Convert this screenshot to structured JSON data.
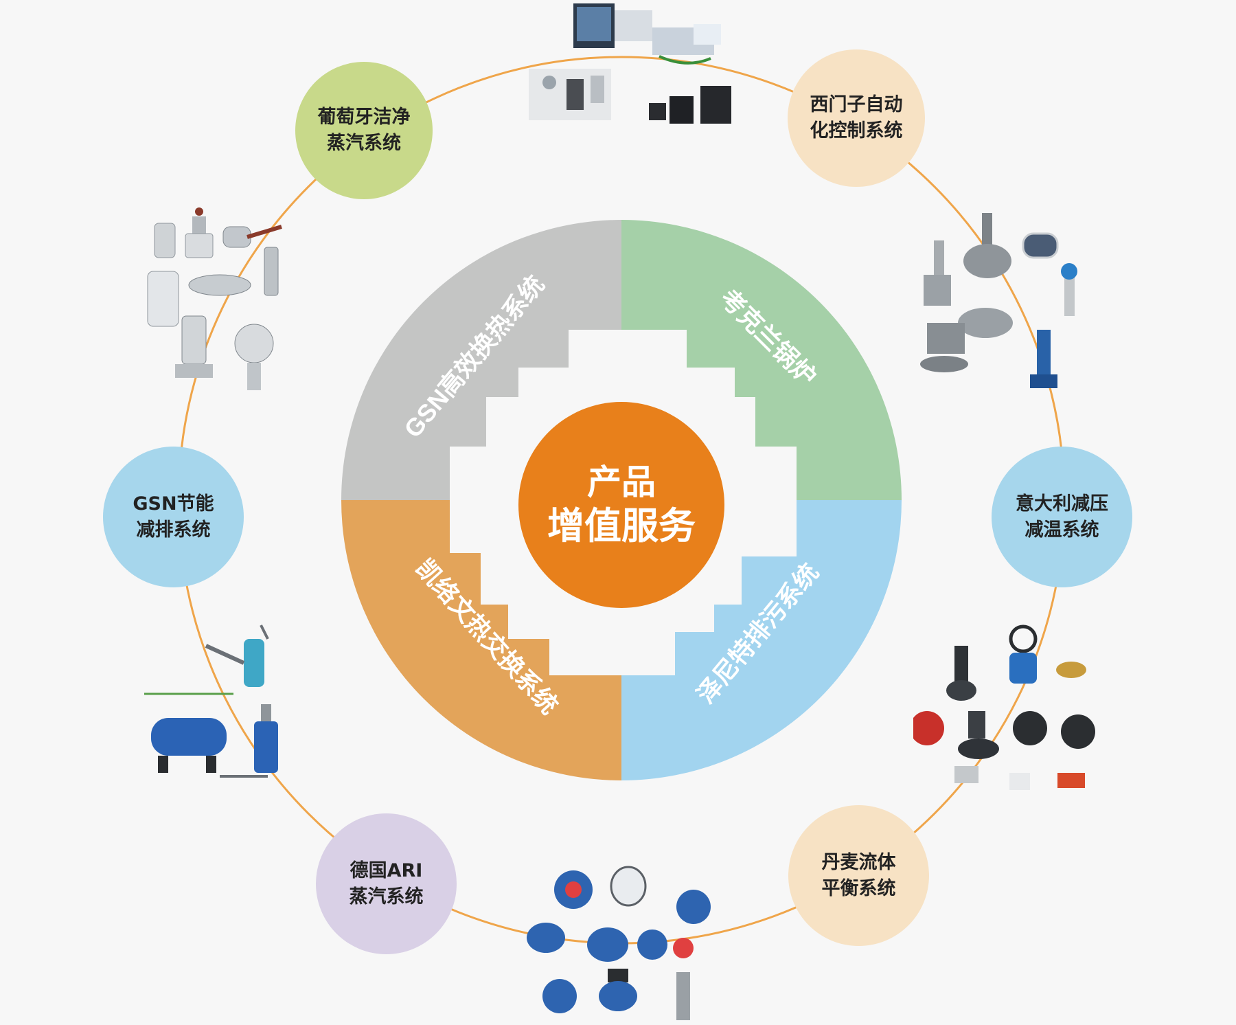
{
  "center": {
    "line1": "产品",
    "line2": "增值服务"
  },
  "segments": [
    {
      "label": "GSN高效换热系统",
      "color": "#c4c5c4"
    },
    {
      "label": "考克兰锅炉",
      "color": "#a5d0a8"
    },
    {
      "label": "泽尼特排污系统",
      "color": "#a2d4ef"
    },
    {
      "label": "凯络文热交换系统",
      "color": "#e3a45a"
    }
  ],
  "nodes": [
    {
      "line1": "葡萄牙洁净",
      "line2": "蒸汽系统",
      "color": "#c8d98a"
    },
    {
      "line1": "西门子自动",
      "line2": "化控制系统",
      "color": "#f7e2c4"
    },
    {
      "line1": "意大利减压",
      "line2": "减温系统",
      "color": "#a6d6ec"
    },
    {
      "line1": "丹麦流体",
      "line2": "平衡系统",
      "color": "#f7e2c4"
    },
    {
      "line1": "德国ARI",
      "line2": "蒸汽系统",
      "color": "#d9d0e6"
    },
    {
      "line1": "GSN节能",
      "line2": "减排系统",
      "color": "#a6d6ec"
    }
  ],
  "colors": {
    "orbit": "#efa54a",
    "center": "#e8801b",
    "background": "#f7f7f7"
  }
}
